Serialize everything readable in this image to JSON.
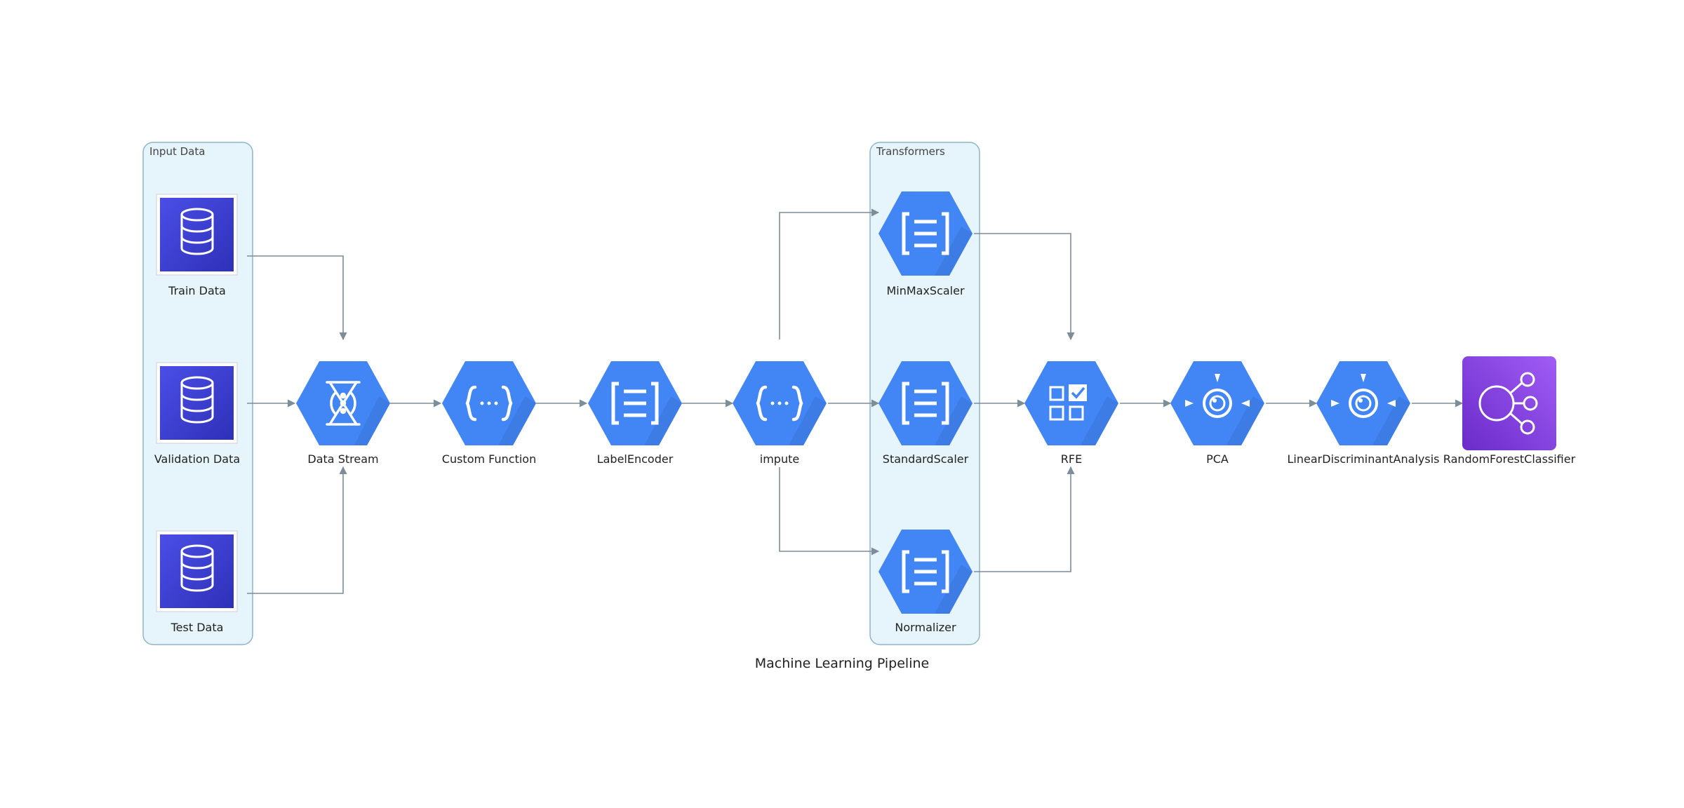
{
  "title": "Machine Learning Pipeline",
  "clusters": [
    {
      "id": "input",
      "label": "Input Data"
    },
    {
      "id": "transformers",
      "label": "Transformers"
    }
  ],
  "nodes": [
    {
      "id": "train",
      "label": "Train Data",
      "icon": "database-icon"
    },
    {
      "id": "validation",
      "label": "Validation Data",
      "icon": "database-icon"
    },
    {
      "id": "test",
      "label": "Test Data",
      "icon": "database-icon"
    },
    {
      "id": "datastream",
      "label": "Data Stream",
      "icon": "dataflow-icon"
    },
    {
      "id": "customfn",
      "label": "Custom Function",
      "icon": "function-icon"
    },
    {
      "id": "labelencoder",
      "label": "LabelEncoder",
      "icon": "list-bracket-icon"
    },
    {
      "id": "impute",
      "label": "impute",
      "icon": "function-icon"
    },
    {
      "id": "minmax",
      "label": "MinMaxScaler",
      "icon": "list-bracket-icon"
    },
    {
      "id": "standard",
      "label": "StandardScaler",
      "icon": "list-bracket-icon"
    },
    {
      "id": "normalizer",
      "label": "Normalizer",
      "icon": "list-bracket-icon"
    },
    {
      "id": "rfe",
      "label": "RFE",
      "icon": "checklist-grid-icon"
    },
    {
      "id": "pca",
      "label": "PCA",
      "icon": "target-eye-icon"
    },
    {
      "id": "lda",
      "label": "LinearDiscriminantAnalysis",
      "icon": "target-eye-icon"
    },
    {
      "id": "rf",
      "label": "RandomForestClassifier",
      "icon": "tree-network-icon"
    }
  ],
  "edges": [
    [
      "train",
      "datastream"
    ],
    [
      "validation",
      "datastream"
    ],
    [
      "test",
      "datastream"
    ],
    [
      "datastream",
      "customfn"
    ],
    [
      "customfn",
      "labelencoder"
    ],
    [
      "labelencoder",
      "impute"
    ],
    [
      "impute",
      "minmax"
    ],
    [
      "impute",
      "standard"
    ],
    [
      "impute",
      "normalizer"
    ],
    [
      "minmax",
      "rfe"
    ],
    [
      "standard",
      "rfe"
    ],
    [
      "normalizer",
      "rfe"
    ],
    [
      "rfe",
      "pca"
    ],
    [
      "pca",
      "lda"
    ],
    [
      "lda",
      "rf"
    ]
  ],
  "colors": {
    "hex_blue": "#4285f4",
    "db_blue": "#3b3fd0",
    "rf_purple": "#7b3fe0",
    "cluster_fill": "#e6f4fb",
    "cluster_stroke": "#8fb4c9",
    "edge": "#7f8c99"
  }
}
